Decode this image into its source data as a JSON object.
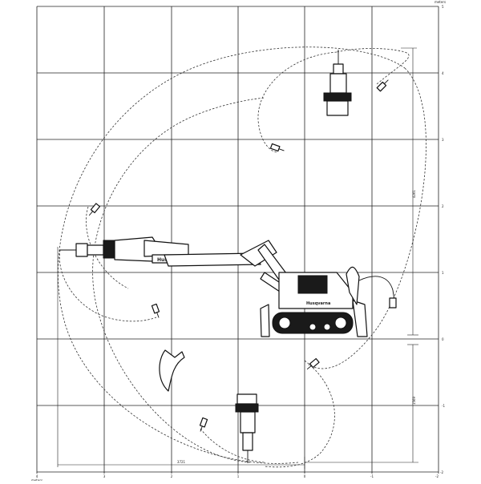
{
  "units": {
    "top": "meters",
    "bottom": "meters"
  },
  "x_ticks": [
    "4",
    "3",
    "2",
    "1",
    "0",
    "-1",
    "-2"
  ],
  "y_ticks": [
    "5",
    "4",
    "3",
    "2",
    "1",
    "0",
    "-1",
    "-2"
  ],
  "dimensions": {
    "height_above": "4261",
    "depth_below": "1569",
    "horizontal": "3721"
  },
  "brand": "Husqvarna"
}
